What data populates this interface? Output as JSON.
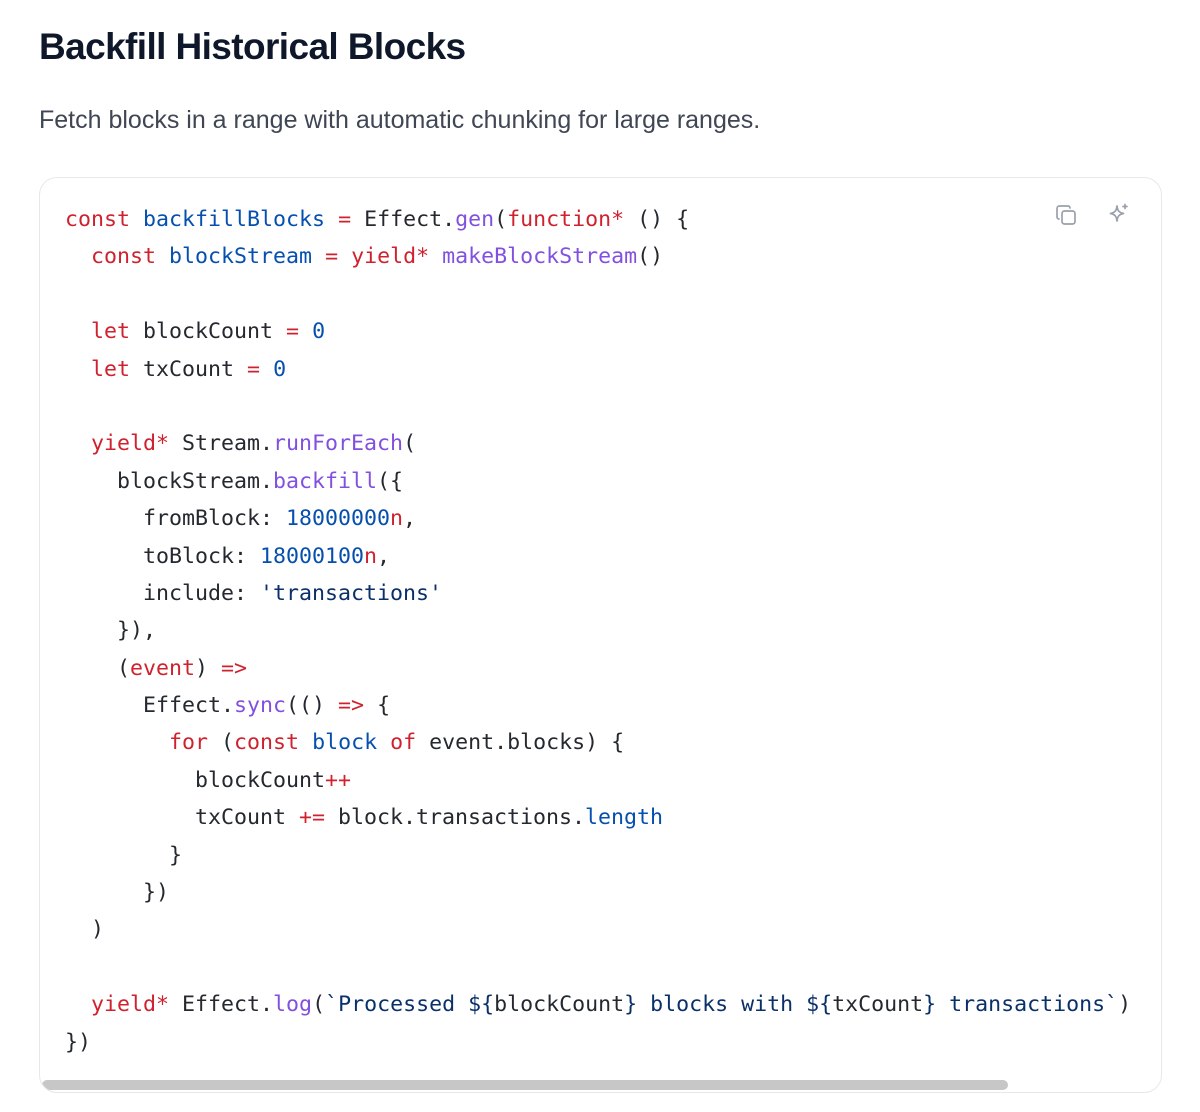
{
  "section": {
    "title": "Backfill Historical Blocks",
    "description": "Fetch blocks in a range with automatic chunking for large ranges."
  },
  "code_block": {
    "language": "typescript",
    "actions": [
      {
        "name": "copy-button",
        "icon": "copy-icon"
      },
      {
        "name": "ask-ai-button",
        "icon": "sparkle-icon"
      }
    ],
    "lines": [
      [
        {
          "t": "const",
          "c": "kw"
        },
        {
          "t": " ",
          "c": "plain"
        },
        {
          "t": "backfillBlocks",
          "c": "var"
        },
        {
          "t": " ",
          "c": "plain"
        },
        {
          "t": "=",
          "c": "op"
        },
        {
          "t": " Effect.",
          "c": "plain"
        },
        {
          "t": "gen",
          "c": "fn"
        },
        {
          "t": "(",
          "c": "plain"
        },
        {
          "t": "function*",
          "c": "kw"
        },
        {
          "t": " () {",
          "c": "plain"
        }
      ],
      [
        {
          "t": "  ",
          "c": "plain"
        },
        {
          "t": "const",
          "c": "kw"
        },
        {
          "t": " ",
          "c": "plain"
        },
        {
          "t": "blockStream",
          "c": "var"
        },
        {
          "t": " ",
          "c": "plain"
        },
        {
          "t": "=",
          "c": "op"
        },
        {
          "t": " ",
          "c": "plain"
        },
        {
          "t": "yield*",
          "c": "kw"
        },
        {
          "t": " ",
          "c": "plain"
        },
        {
          "t": "makeBlockStream",
          "c": "fn"
        },
        {
          "t": "()",
          "c": "plain"
        }
      ],
      [
        {
          "t": "",
          "c": "plain"
        }
      ],
      [
        {
          "t": "  ",
          "c": "plain"
        },
        {
          "t": "let",
          "c": "kw"
        },
        {
          "t": " blockCount ",
          "c": "plain"
        },
        {
          "t": "=",
          "c": "op"
        },
        {
          "t": " ",
          "c": "plain"
        },
        {
          "t": "0",
          "c": "num"
        }
      ],
      [
        {
          "t": "  ",
          "c": "plain"
        },
        {
          "t": "let",
          "c": "kw"
        },
        {
          "t": " txCount ",
          "c": "plain"
        },
        {
          "t": "=",
          "c": "op"
        },
        {
          "t": " ",
          "c": "plain"
        },
        {
          "t": "0",
          "c": "num"
        }
      ],
      [
        {
          "t": "",
          "c": "plain"
        }
      ],
      [
        {
          "t": "  ",
          "c": "plain"
        },
        {
          "t": "yield*",
          "c": "kw"
        },
        {
          "t": " Stream.",
          "c": "plain"
        },
        {
          "t": "runForEach",
          "c": "fn"
        },
        {
          "t": "(",
          "c": "plain"
        }
      ],
      [
        {
          "t": "    blockStream.",
          "c": "plain"
        },
        {
          "t": "backfill",
          "c": "fn"
        },
        {
          "t": "({",
          "c": "plain"
        }
      ],
      [
        {
          "t": "      fromBlock: ",
          "c": "plain"
        },
        {
          "t": "18000000",
          "c": "num"
        },
        {
          "t": "n",
          "c": "kw"
        },
        {
          "t": ",",
          "c": "plain"
        }
      ],
      [
        {
          "t": "      toBlock: ",
          "c": "plain"
        },
        {
          "t": "18000100",
          "c": "num"
        },
        {
          "t": "n",
          "c": "kw"
        },
        {
          "t": ",",
          "c": "plain"
        }
      ],
      [
        {
          "t": "      include: ",
          "c": "plain"
        },
        {
          "t": "'transactions'",
          "c": "str"
        }
      ],
      [
        {
          "t": "    }),",
          "c": "plain"
        }
      ],
      [
        {
          "t": "    (",
          "c": "plain"
        },
        {
          "t": "event",
          "c": "kw"
        },
        {
          "t": ") ",
          "c": "plain"
        },
        {
          "t": "=>",
          "c": "op"
        }
      ],
      [
        {
          "t": "      Effect.",
          "c": "plain"
        },
        {
          "t": "sync",
          "c": "fn"
        },
        {
          "t": "(() ",
          "c": "plain"
        },
        {
          "t": "=>",
          "c": "op"
        },
        {
          "t": " {",
          "c": "plain"
        }
      ],
      [
        {
          "t": "        ",
          "c": "plain"
        },
        {
          "t": "for",
          "c": "kw"
        },
        {
          "t": " (",
          "c": "plain"
        },
        {
          "t": "const",
          "c": "kw"
        },
        {
          "t": " ",
          "c": "plain"
        },
        {
          "t": "block",
          "c": "var"
        },
        {
          "t": " ",
          "c": "plain"
        },
        {
          "t": "of",
          "c": "kw"
        },
        {
          "t": " event.blocks) {",
          "c": "plain"
        }
      ],
      [
        {
          "t": "          blockCount",
          "c": "plain"
        },
        {
          "t": "++",
          "c": "op"
        }
      ],
      [
        {
          "t": "          txCount ",
          "c": "plain"
        },
        {
          "t": "+=",
          "c": "op"
        },
        {
          "t": " block.transactions.",
          "c": "plain"
        },
        {
          "t": "length",
          "c": "prop"
        }
      ],
      [
        {
          "t": "        }",
          "c": "plain"
        }
      ],
      [
        {
          "t": "      })",
          "c": "plain"
        }
      ],
      [
        {
          "t": "  )",
          "c": "plain"
        }
      ],
      [
        {
          "t": "",
          "c": "plain"
        }
      ],
      [
        {
          "t": "  ",
          "c": "plain"
        },
        {
          "t": "yield*",
          "c": "kw"
        },
        {
          "t": " Effect.",
          "c": "plain"
        },
        {
          "t": "log",
          "c": "fn"
        },
        {
          "t": "(",
          "c": "plain"
        },
        {
          "t": "`Processed ${",
          "c": "str"
        },
        {
          "t": "blockCount",
          "c": "plain"
        },
        {
          "t": "} blocks with ${",
          "c": "str"
        },
        {
          "t": "txCount",
          "c": "plain"
        },
        {
          "t": "} transactions`",
          "c": "str"
        },
        {
          "t": ")",
          "c": "plain"
        }
      ],
      [
        {
          "t": "})",
          "c": "plain"
        }
      ]
    ]
  },
  "scrollbar": {
    "horizontal_visible_fraction": 0.87,
    "horizontal_position": 0
  }
}
